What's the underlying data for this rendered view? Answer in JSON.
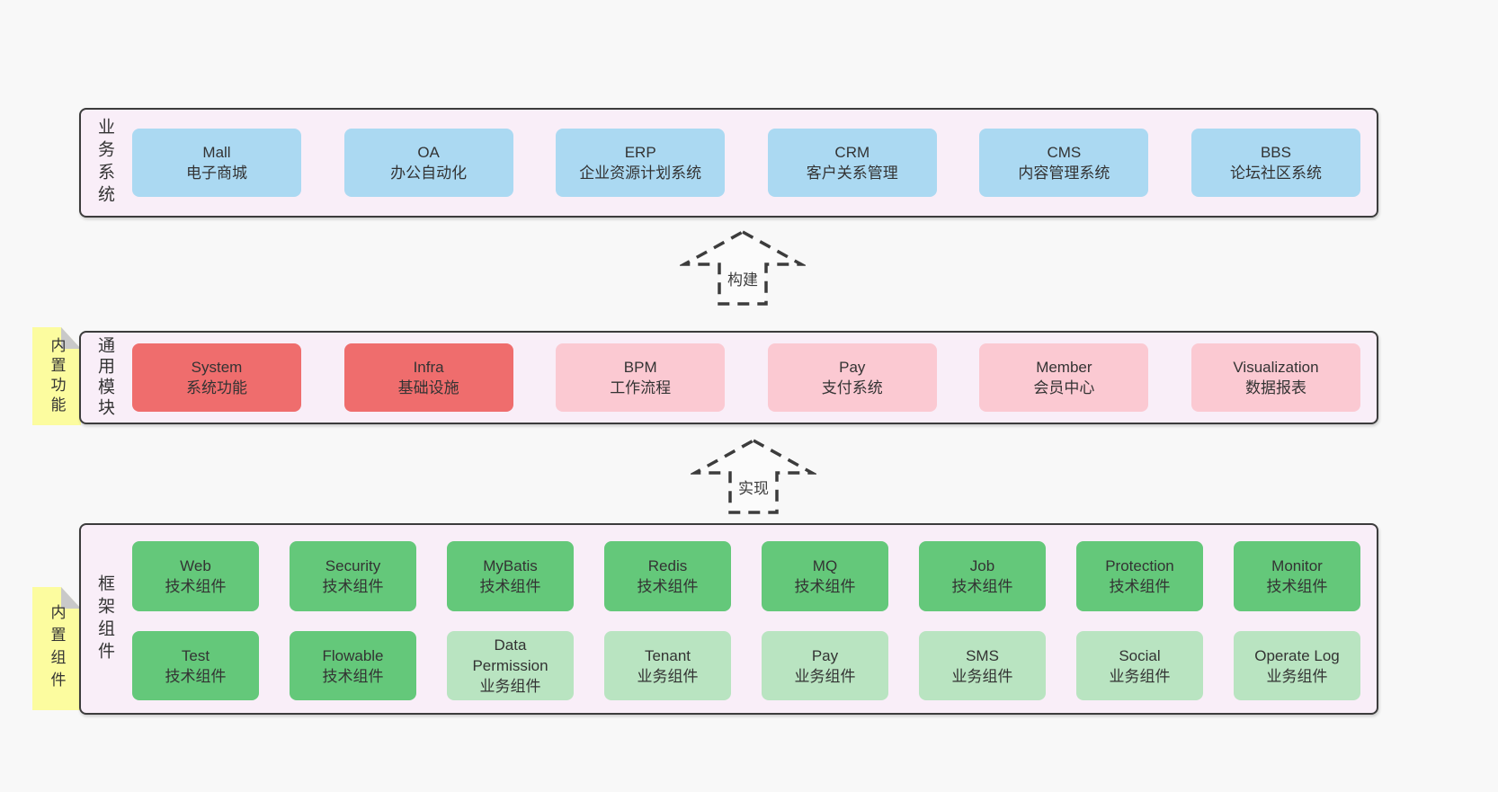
{
  "colors": {
    "page_bg": "#f8f8f8",
    "band_bg": "#f9eef8",
    "band_border": "#3c3c3c",
    "box_blue": "#abd9f2",
    "box_red": "#ef6d6d",
    "box_pink": "#fbc9d2",
    "box_green": "#64c87a",
    "box_green_light": "#b9e4c1",
    "note_yellow": "#fcfc9f",
    "note_fold": "#c9c9c9",
    "text": "#333333",
    "arrow_stroke": "#3c3c3c"
  },
  "business": {
    "label": "业务系统",
    "items": [
      {
        "title": "Mall",
        "subtitle": "电子商城"
      },
      {
        "title": "OA",
        "subtitle": "办公自动化"
      },
      {
        "title": "ERP",
        "subtitle": "企业资源计划系统"
      },
      {
        "title": "CRM",
        "subtitle": "客户关系管理"
      },
      {
        "title": "CMS",
        "subtitle": "内容管理系统"
      },
      {
        "title": "BBS",
        "subtitle": "论坛社区系统"
      }
    ]
  },
  "arrow_build": {
    "label": "构建"
  },
  "modules": {
    "label": "通用模块",
    "note": "内置功能",
    "items": [
      {
        "title": "System",
        "subtitle": "系统功能"
      },
      {
        "title": "Infra",
        "subtitle": "基础设施"
      },
      {
        "title": "BPM",
        "subtitle": "工作流程"
      },
      {
        "title": "Pay",
        "subtitle": "支付系统"
      },
      {
        "title": "Member",
        "subtitle": "会员中心"
      },
      {
        "title": "Visualization",
        "subtitle": "数据报表"
      }
    ]
  },
  "arrow_implement": {
    "label": "实现"
  },
  "framework": {
    "label": "框架组件",
    "note": "内置组件",
    "row1": [
      {
        "title": "Web",
        "subtitle": "技术组件"
      },
      {
        "title": "Security",
        "subtitle": "技术组件"
      },
      {
        "title": "MyBatis",
        "subtitle": "技术组件"
      },
      {
        "title": "Redis",
        "subtitle": "技术组件"
      },
      {
        "title": "MQ",
        "subtitle": "技术组件"
      },
      {
        "title": "Job",
        "subtitle": "技术组件"
      },
      {
        "title": "Protection",
        "subtitle": "技术组件"
      },
      {
        "title": "Monitor",
        "subtitle": "技术组件"
      }
    ],
    "row2": [
      {
        "title": "Test",
        "subtitle": "技术组件"
      },
      {
        "title": "Flowable",
        "subtitle": "技术组件"
      },
      {
        "title": "Data Permission",
        "subtitle": "业务组件"
      },
      {
        "title": "Tenant",
        "subtitle": "业务组件"
      },
      {
        "title": "Pay",
        "subtitle": "业务组件"
      },
      {
        "title": "SMS",
        "subtitle": "业务组件"
      },
      {
        "title": "Social",
        "subtitle": "业务组件"
      },
      {
        "title": "Operate Log",
        "subtitle": "业务组件"
      }
    ]
  }
}
